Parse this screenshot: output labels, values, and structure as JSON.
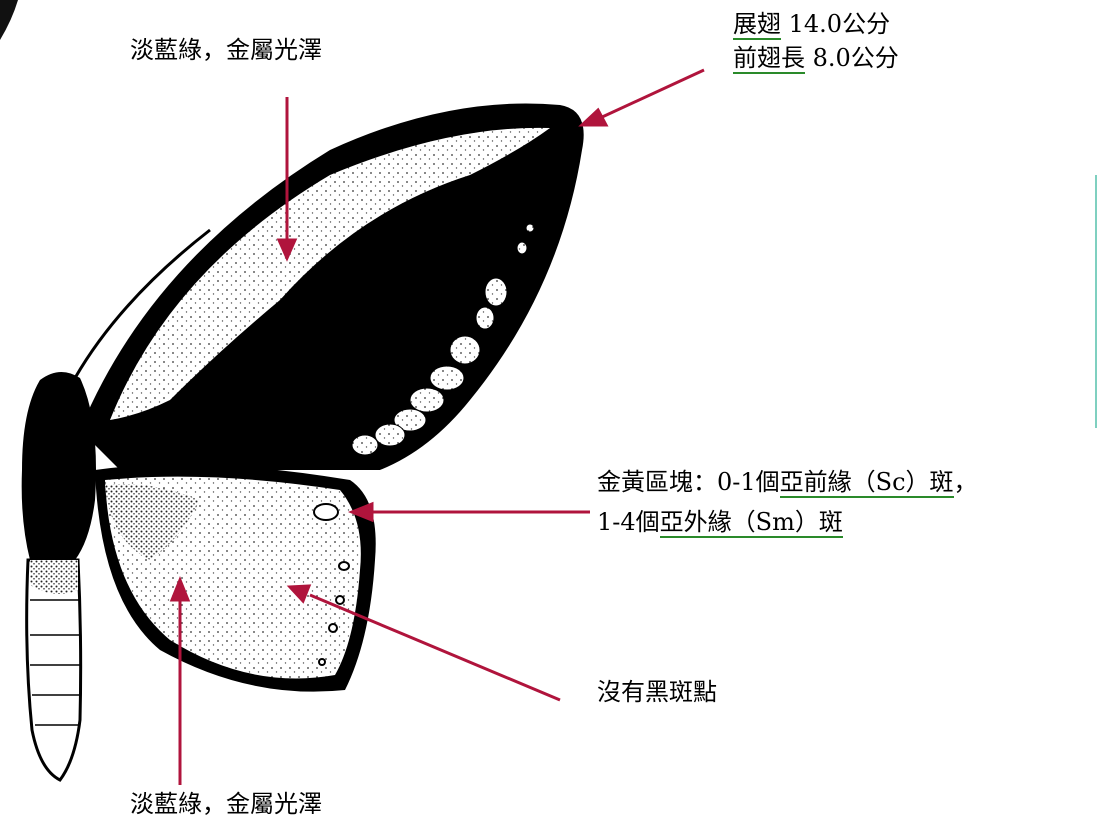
{
  "labels": {
    "top_left": "淡藍綠，金屬光澤",
    "bottom_left": "淡藍綠，金屬光澤",
    "wingspan_term": "展翅",
    "wingspan_value": " 14.0公分",
    "forewing_term": "前翅長",
    "forewing_value": " 8.0公分",
    "golden_prefix": "金黃區塊：0-1個",
    "golden_sc": "亞前緣（Sc）斑",
    "golden_comma": "，",
    "golden_line2_prefix": "1-4個",
    "golden_sm": "亞外緣（Sm）斑",
    "no_spots": "沒有黑斑點"
  },
  "colors": {
    "arrow": "#b0143c",
    "underline": "#2a8a2a",
    "wing": "#000000"
  }
}
